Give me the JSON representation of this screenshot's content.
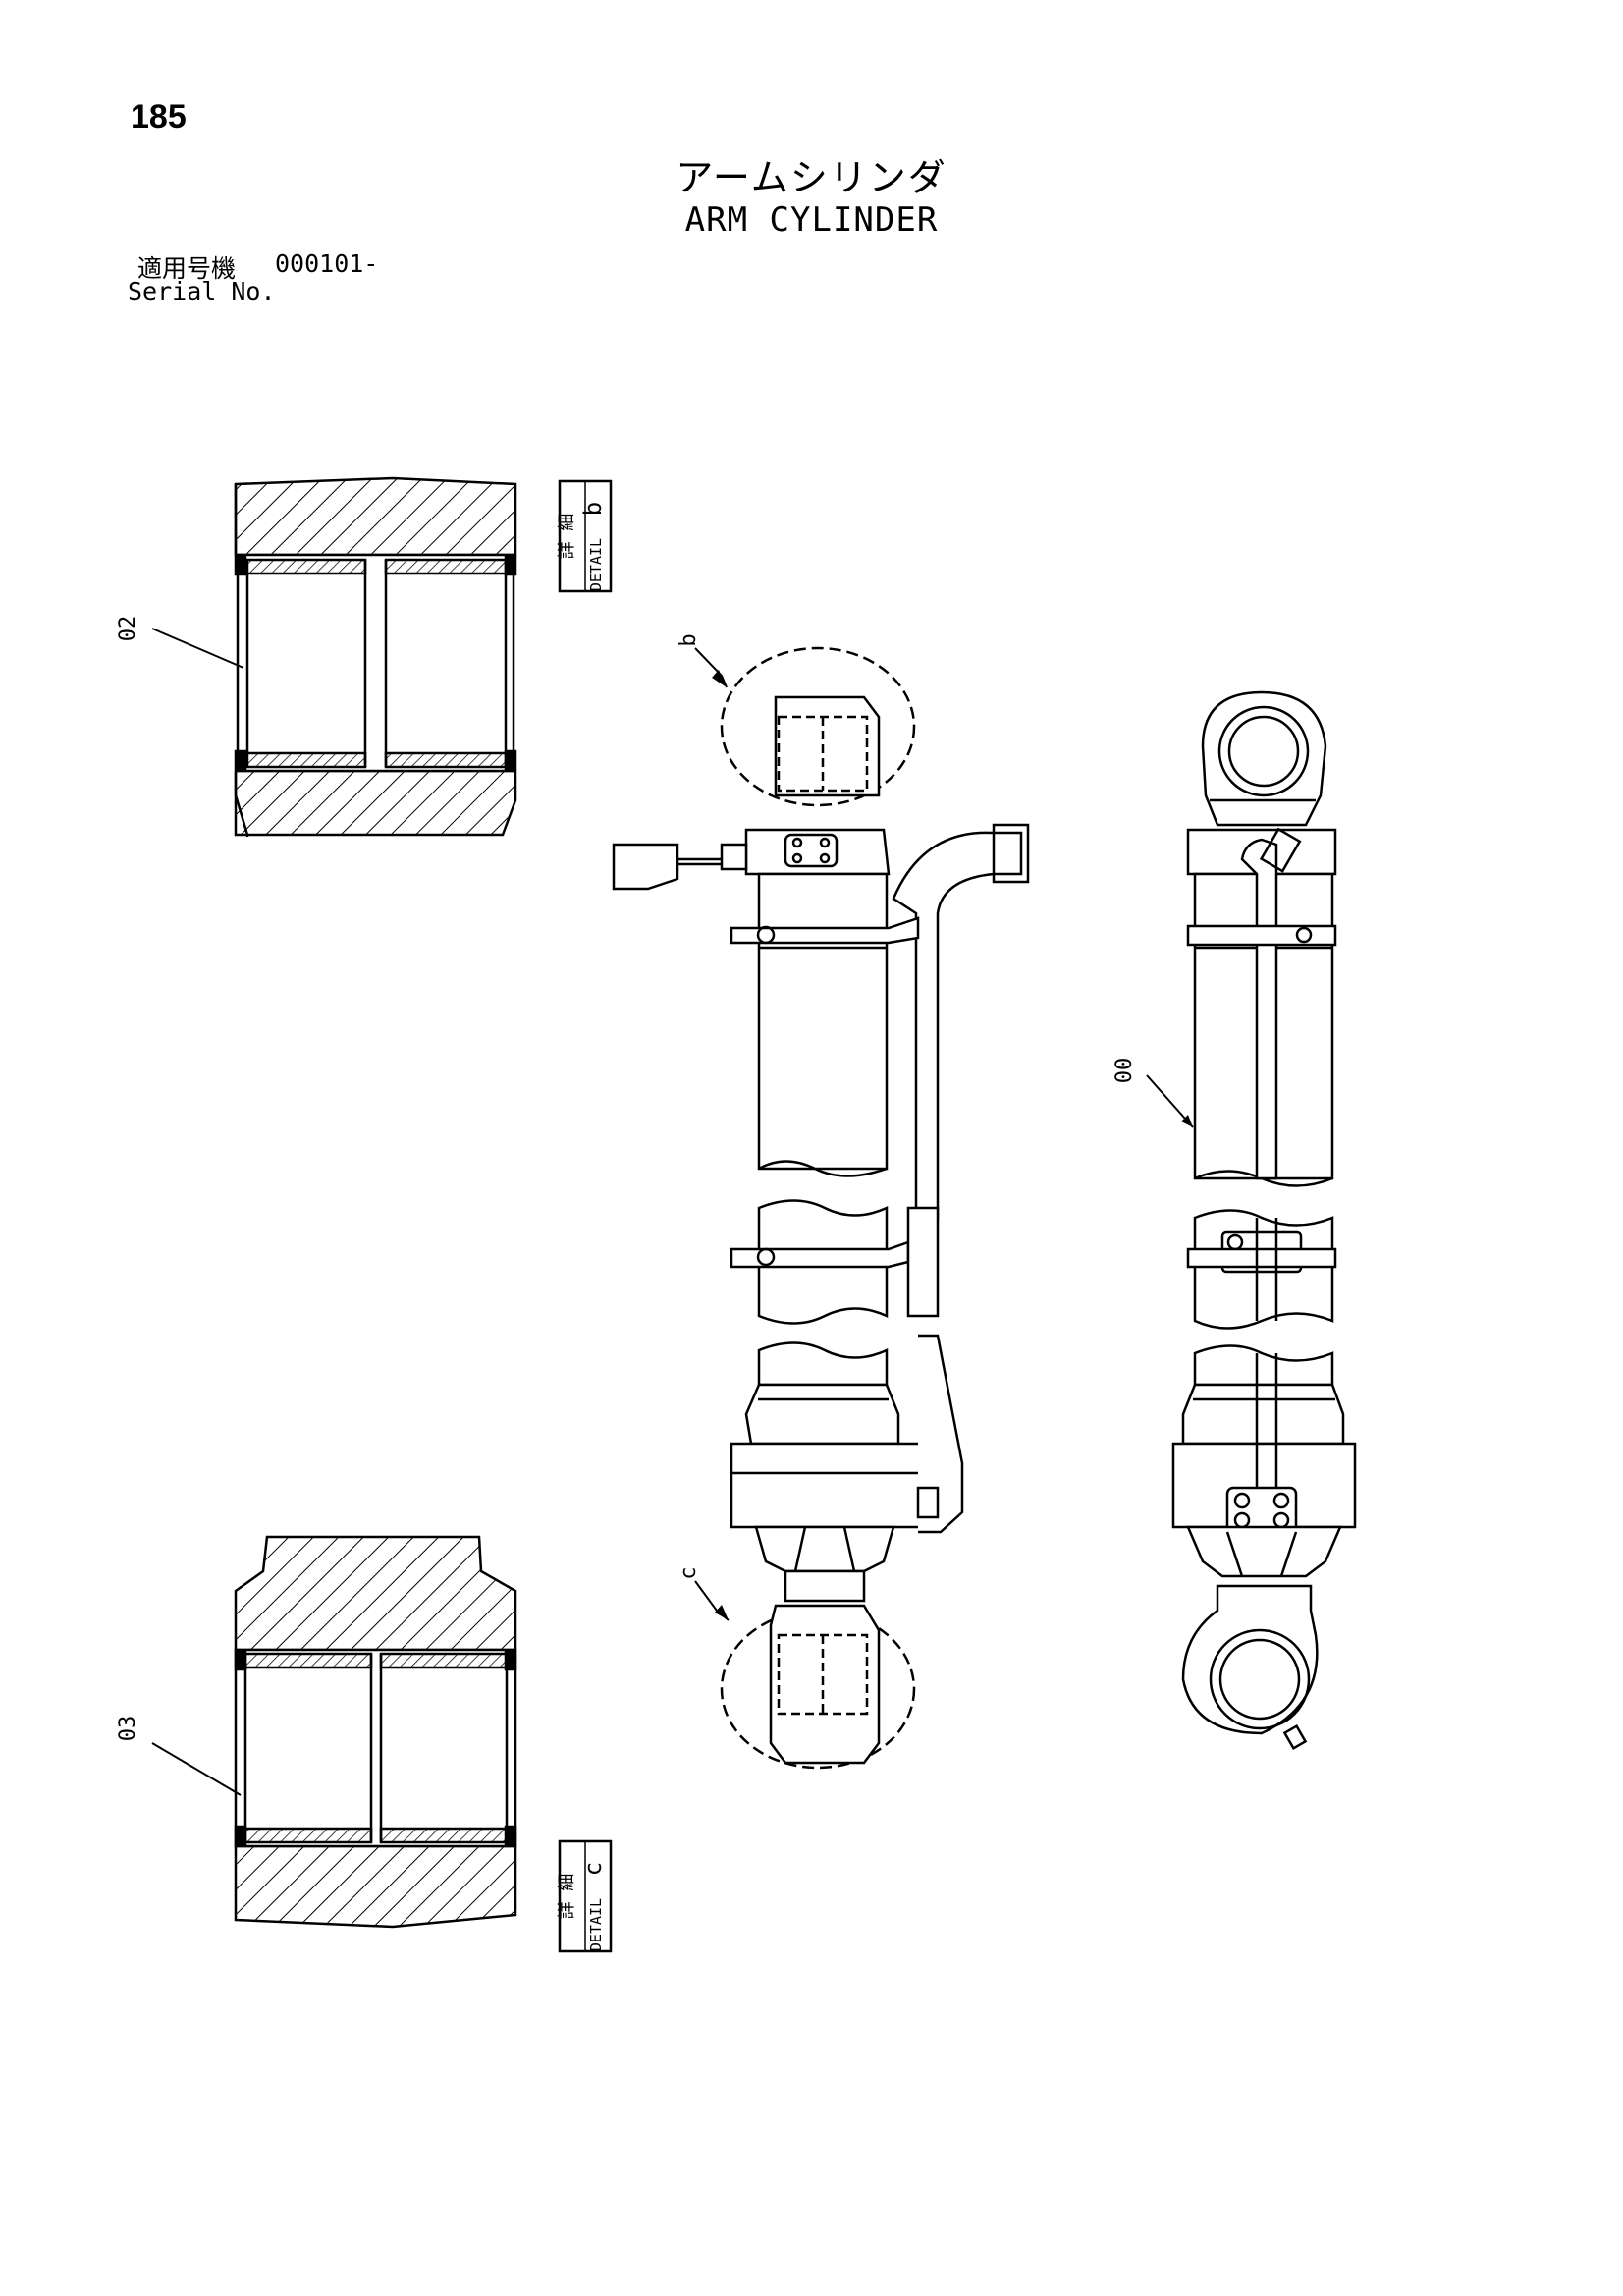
{
  "header": {
    "page_number": "185",
    "title_jp": "アームシリンダ",
    "title_en": "ARM CYLINDER",
    "serial_label_jp": "適用号機",
    "serial_range": "000101-",
    "serial_label_en": "Serial No."
  },
  "callouts": {
    "part_02": "02",
    "part_03": "03",
    "part_00": "00",
    "ref_b": "b",
    "ref_c": "c"
  },
  "detail_tags": {
    "b": {
      "jp": "詳 細",
      "en": "DETAIL",
      "letter": "b"
    },
    "c": {
      "jp": "詳 細",
      "en": "DETAIL",
      "letter": "c"
    }
  }
}
